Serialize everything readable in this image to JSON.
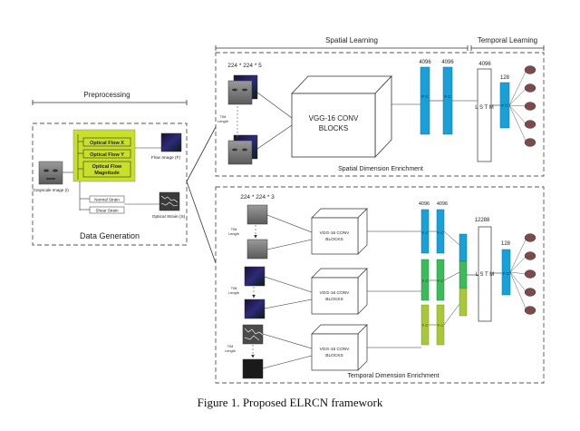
{
  "header": {
    "preprocessing": "Preprocessing",
    "spatial_learning": "Spatial Learning",
    "temporal_learning": "Temporal Learning"
  },
  "data_generation": {
    "title": "Data Generation",
    "grayscale_label": "Grayscale Image (I)",
    "optical_flow_x": "Optical Flow X",
    "optical_flow_y": "Optical Flow Y",
    "optical_flow_magnitude_1": "Optical Flow",
    "optical_flow_magnitude_2": "Magnitude",
    "flow_image_label": "Flow Image (F)",
    "normal_strain": "Normal Strain",
    "shear_strain": "Shear Strain",
    "optical_strain_label": "Optical Strain (S)"
  },
  "spatial": {
    "input_size": "224 * 224 * 5",
    "tim_label_1": "TIM",
    "tim_label_2": "Length",
    "vgg_line1": "VGG-16 CONV",
    "vgg_line2": "BLOCKS",
    "fc1_size": "4096",
    "fc2_size": "4096",
    "fc_label": "F C",
    "lstm_size": "4096",
    "lstm_label": "L S T M",
    "out_size": "128",
    "out_label": "F C",
    "title": "Spatial Dimension Enrichment"
  },
  "temporal": {
    "input_size": "224 * 224 * 3",
    "tim_label_1": "TIM",
    "tim_label_2": "Length",
    "vgg_line1": "VGG-16 CONV",
    "vgg_line2": "BLOCKS",
    "fc1_size": "4096",
    "fc2_size": "4096",
    "fc_label": "F C",
    "lstm_size": "12288",
    "lstm_label": "L S T M",
    "out_size": "128",
    "out_label": "F C",
    "title": "Temporal Dimension Enrichment"
  },
  "caption": "Figure 1.   Proposed ELRCN framework",
  "colors": {
    "fc_blue": "#1aa0d8",
    "fc_green": "#3dbb5a",
    "fc_lime": "#a8c83a",
    "highlight": "#c8e02a",
    "node": "#7b4a4a"
  }
}
